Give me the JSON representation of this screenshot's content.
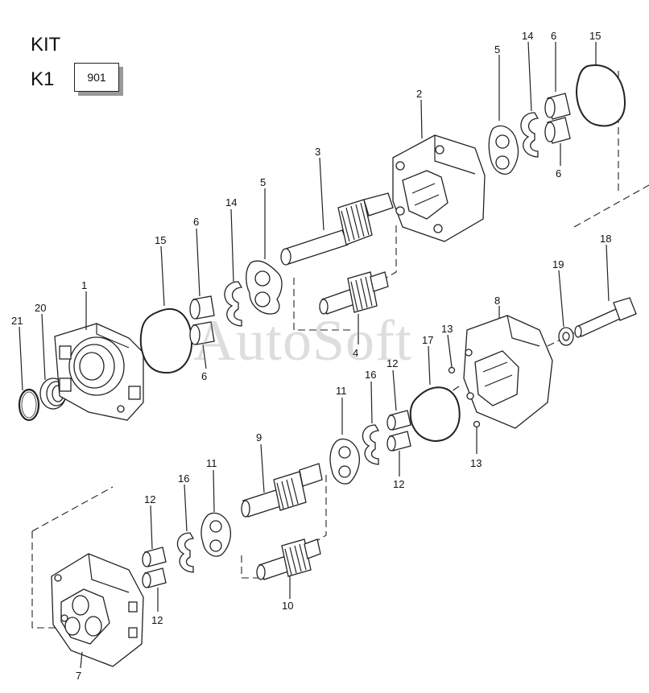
{
  "header": {
    "kit_label": "KIT",
    "kit_code": "K1",
    "kit_number": "901"
  },
  "watermark": "AutoSoft",
  "callouts": [
    {
      "id": "c1",
      "text": "1"
    },
    {
      "id": "c2",
      "text": "2"
    },
    {
      "id": "c3",
      "text": "3"
    },
    {
      "id": "c4",
      "text": "4"
    },
    {
      "id": "c5a",
      "text": "5"
    },
    {
      "id": "c5b",
      "text": "5"
    },
    {
      "id": "c6a",
      "text": "6"
    },
    {
      "id": "c6b",
      "text": "6"
    },
    {
      "id": "c6c",
      "text": "6"
    },
    {
      "id": "c6d",
      "text": "6"
    },
    {
      "id": "c7",
      "text": "7"
    },
    {
      "id": "c8",
      "text": "8"
    },
    {
      "id": "c9",
      "text": "9"
    },
    {
      "id": "c10",
      "text": "10"
    },
    {
      "id": "c11a",
      "text": "11"
    },
    {
      "id": "c11b",
      "text": "11"
    },
    {
      "id": "c12a",
      "text": "12"
    },
    {
      "id": "c12b",
      "text": "12"
    },
    {
      "id": "c12c",
      "text": "12"
    },
    {
      "id": "c12d",
      "text": "12"
    },
    {
      "id": "c13a",
      "text": "13"
    },
    {
      "id": "c13b",
      "text": "13"
    },
    {
      "id": "c14a",
      "text": "14"
    },
    {
      "id": "c14b",
      "text": "14"
    },
    {
      "id": "c15a",
      "text": "15"
    },
    {
      "id": "c15b",
      "text": "15"
    },
    {
      "id": "c16a",
      "text": "16"
    },
    {
      "id": "c16b",
      "text": "16"
    },
    {
      "id": "c17",
      "text": "17"
    },
    {
      "id": "c18",
      "text": "18"
    },
    {
      "id": "c19",
      "text": "19"
    },
    {
      "id": "c20",
      "text": "20"
    },
    {
      "id": "c21",
      "text": "21"
    }
  ]
}
